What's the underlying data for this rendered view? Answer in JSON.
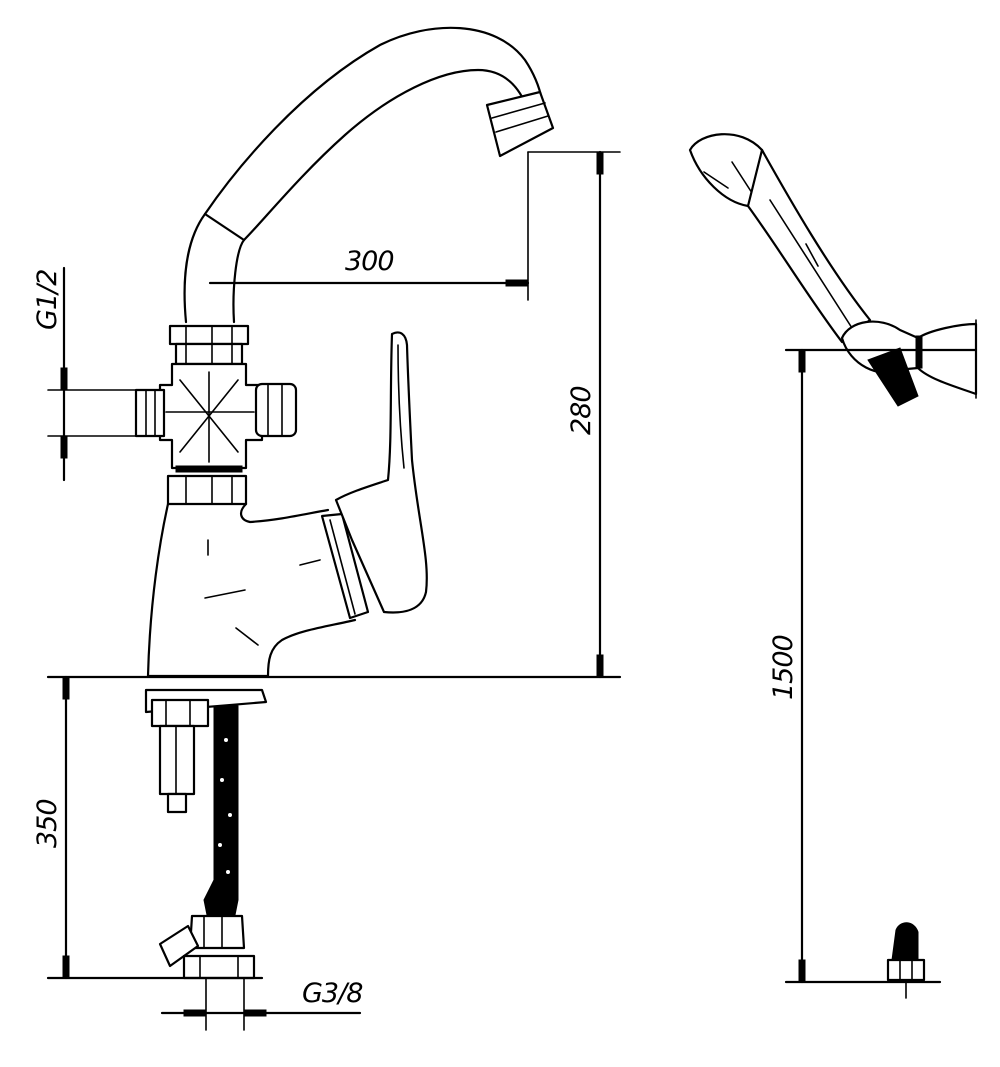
{
  "dimensions": {
    "spout_reach": "300",
    "height_to_spout": "280",
    "shank_length": "350",
    "side_thread": "G1/2",
    "inlet_thread": "G3/8",
    "hose_length": "1500"
  },
  "colors": {
    "line": "#000000",
    "background": "#ffffff"
  }
}
